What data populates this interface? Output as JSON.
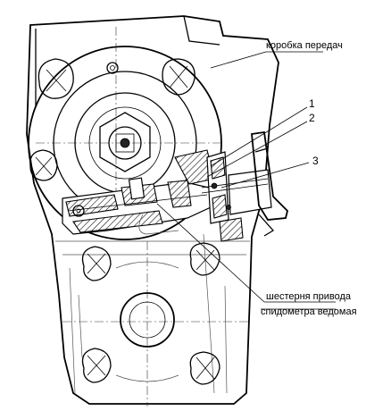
{
  "labels": {
    "gearbox": "коробка передач",
    "part1": "1",
    "part2": "2",
    "part3": "3",
    "driven_gear_line1": "шестерня привода",
    "driven_gear_line2": "спидометра ведомая"
  }
}
